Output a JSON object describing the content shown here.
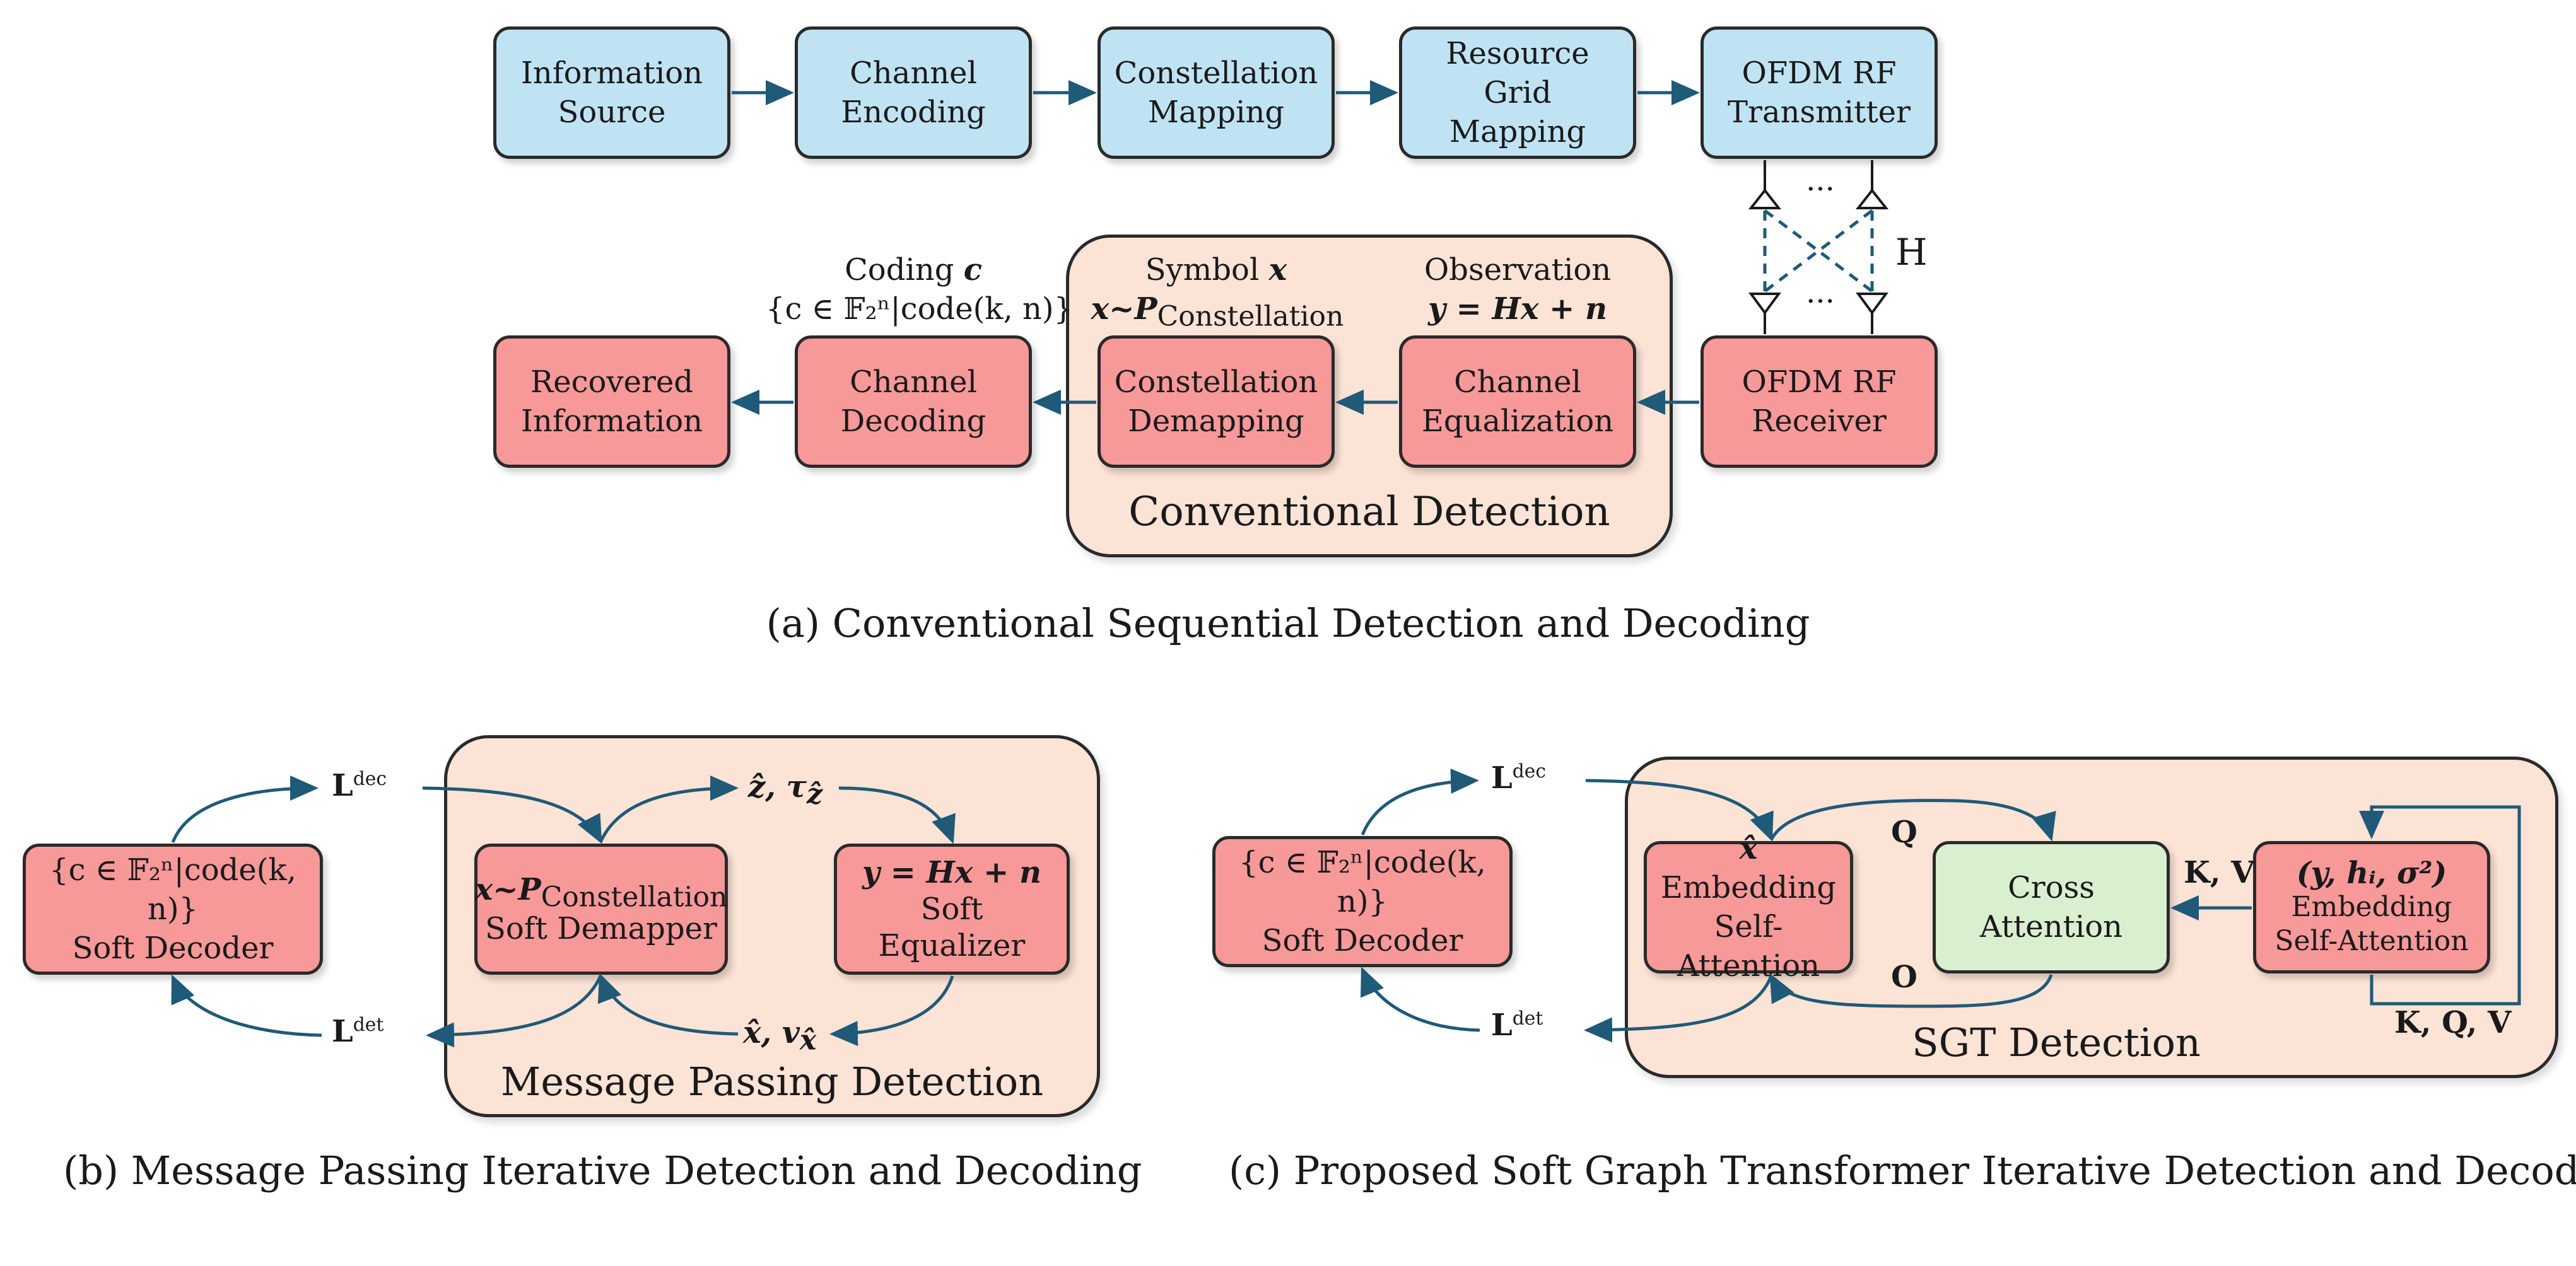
{
  "panel_a": {
    "caption": "(a) Conventional Sequential Detection and Decoding",
    "tx_chain": [
      {
        "line1": "Information",
        "line2": "Source"
      },
      {
        "line1": "Channel",
        "line2": "Encoding"
      },
      {
        "line1": "Constellation",
        "line2": "Mapping"
      },
      {
        "line1": "Resource",
        "line2": "Grid",
        "line3": "Mapping"
      },
      {
        "line1": "OFDM RF",
        "line2": "Transmitter"
      }
    ],
    "rx_chain": [
      {
        "line1": "Recovered",
        "line2": "Information"
      },
      {
        "line1": "Channel",
        "line2": "Decoding"
      },
      {
        "line1": "Constellation",
        "line2": "Demapping"
      },
      {
        "line1": "Channel",
        "line2": "Equalization"
      },
      {
        "line1": "OFDM RF",
        "line2": "Receiver"
      }
    ],
    "detection_title": "Conventional Detection",
    "channel_label": "H",
    "antenna_dots": "···",
    "coding_label": "Coding",
    "coding_var": "c",
    "coding_set": "{c ∈ 𝔽₂ⁿ|code(k, n)}",
    "symbol_label": "Symbol",
    "symbol_var": "x",
    "symbol_dist": "x~P",
    "symbol_sub": "Constellation",
    "observation_label": "Observation",
    "observation_eq": "y =  Hx + n"
  },
  "panel_b": {
    "caption": "(b) Message Passing Iterative Detection and Decoding",
    "title": "Message Passing Detection",
    "decoder_set": "{c ∈ 𝔽₂ⁿ|code(k, n)}",
    "decoder_label": "Soft Decoder",
    "demapper_dist": "x~P",
    "demapper_sub": "Constellation",
    "demapper_label": "Soft Demapper",
    "equalizer_eq": "y =  Hx + n",
    "equalizer_line1": "Soft",
    "equalizer_line2": "Equalizer",
    "l_dec": "L",
    "l_dec_sup": "dec",
    "l_det": "L",
    "l_det_sup": "det",
    "z_msg": "ẑ, τ",
    "z_sub": "ẑ",
    "x_msg": "x̂, v",
    "x_sub": "x̂"
  },
  "panel_c": {
    "caption": "(c) Proposed Soft Graph Transformer Iterative Detection and Decoding",
    "title": "SGT Detection",
    "decoder_set": "{c ∈ 𝔽₂ⁿ|code(k, n)}",
    "decoder_label": "Soft Decoder",
    "x_embed_var": "x̂",
    "x_embed_line1": "Embedding",
    "x_embed_line2": "Self-Attention",
    "cross_line1": "Cross",
    "cross_line2": "Attention",
    "y_embed_var": "(y, hᵢ, σ²)",
    "y_embed_line1": "Embedding",
    "y_embed_line2": "Self-Attention",
    "q_label": "Q",
    "o_label": "O",
    "kv_label": "K, V",
    "kqv_label": "K, Q, V",
    "l_dec": "L",
    "l_dec_sup": "dec",
    "l_det": "L",
    "l_det_sup": "det"
  },
  "colors": {
    "tx_fill": "#bfe3f3",
    "rx_fill": "#f79899",
    "panel_fill": "#fbe3d5",
    "cross_fill": "#d8f0cf",
    "arrow": "#1f5a78"
  }
}
